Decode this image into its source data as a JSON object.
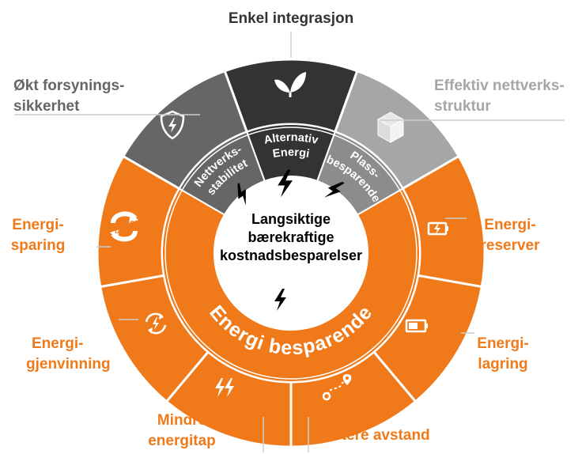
{
  "center": {
    "lines": [
      "Langsiktige",
      "bærekraftige",
      "kostnadsbesparelser"
    ],
    "color": "#000000"
  },
  "inner_ring": {
    "orange_label": "Energi besparende",
    "gray_labels": [
      {
        "lines": [
          "Nettverks-",
          "stabilitet"
        ]
      },
      {
        "lines": [
          "Alternativ",
          "Energi"
        ]
      },
      {
        "lines": [
          "Plass-",
          "besparende"
        ]
      }
    ]
  },
  "outer_segments": [
    {
      "id": "integrasjon",
      "lines": [
        "Enkel integrasjon"
      ],
      "icon": "leaf-icon",
      "fill": "#333333",
      "label_color": "#333333"
    },
    {
      "id": "nettverksstruktur",
      "lines": [
        "Effektiv nettverks-",
        "struktur"
      ],
      "icon": "cube-icon",
      "fill": "#a6a6a6",
      "label_color": "#a6a6a6"
    },
    {
      "id": "reserver",
      "lines": [
        "Energi-",
        "reserver"
      ],
      "icon": "battery-charging-icon",
      "fill": "#f07a1a",
      "label_color": "#f07a1a"
    },
    {
      "id": "lagring",
      "lines": [
        "Energi-",
        "lagring"
      ],
      "icon": "battery-icon",
      "fill": "#f07a1a",
      "label_color": "#f07a1a"
    },
    {
      "id": "avstand",
      "lines": [
        "Kortere avstand"
      ],
      "icon": "route-icon",
      "fill": "#f07a1a",
      "label_color": "#f07a1a"
    },
    {
      "id": "energitap",
      "lines": [
        "Mindre",
        "energitap"
      ],
      "icon": "double-lightning-icon",
      "fill": "#f07a1a",
      "label_color": "#f07a1a"
    },
    {
      "id": "gjenvinning",
      "lines": [
        "Energi-",
        "gjenvinning"
      ],
      "icon": "recycle-lightning-icon",
      "fill": "#f07a1a",
      "label_color": "#f07a1a"
    },
    {
      "id": "sparing",
      "lines": [
        "Energi-",
        "sparing"
      ],
      "icon": "ac-dc-icon",
      "fill": "#f07a1a",
      "label_color": "#f07a1a"
    },
    {
      "id": "forsyning",
      "lines": [
        "Økt forsynings-",
        "sikkerhet"
      ],
      "icon": "shield-lightning-icon",
      "fill": "#666666",
      "label_color": "#666666"
    }
  ],
  "icon_text": {
    "ac": "AC",
    "dc": "DC"
  },
  "colors": {
    "orange": "#f07a1a",
    "dark": "#333333",
    "mid": "#666666",
    "light": "#a6a6a6",
    "inner_gray": "#8c8c8c",
    "leader_line": "#cccccc"
  }
}
